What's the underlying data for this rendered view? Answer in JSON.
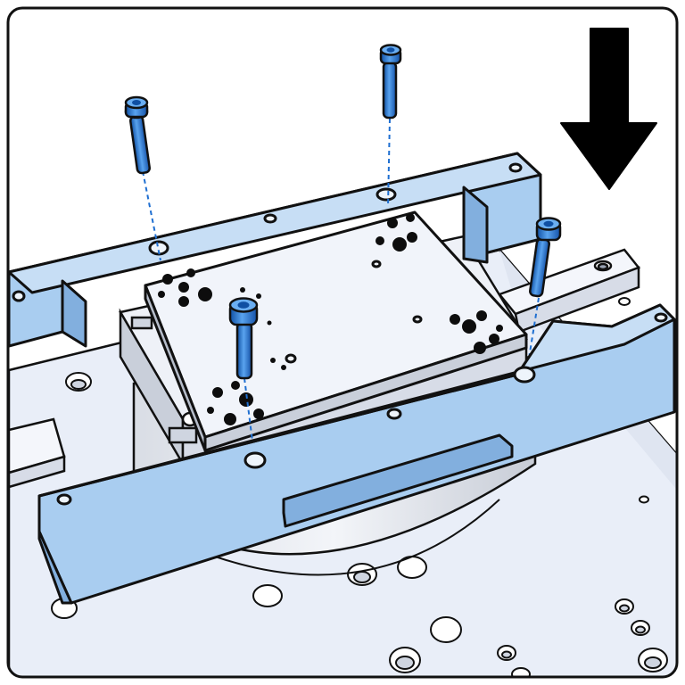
{
  "illustration": {
    "kind": "assembly-step",
    "text": [],
    "direction": "down",
    "fastener_count": 4,
    "colors": {
      "frame_blue": "#a9cdf0",
      "frame_blue_dark": "#6f9fcf",
      "screw_blue": "#1f6fd1",
      "screw_blue_light": "#59a3ee",
      "plate_light": "#f1f4fa",
      "base_light": "#e8edf8",
      "hole": "#0d0d0d",
      "outline": "#111111",
      "arrow": "#000000",
      "guide_line": "#1f6fd1"
    }
  }
}
